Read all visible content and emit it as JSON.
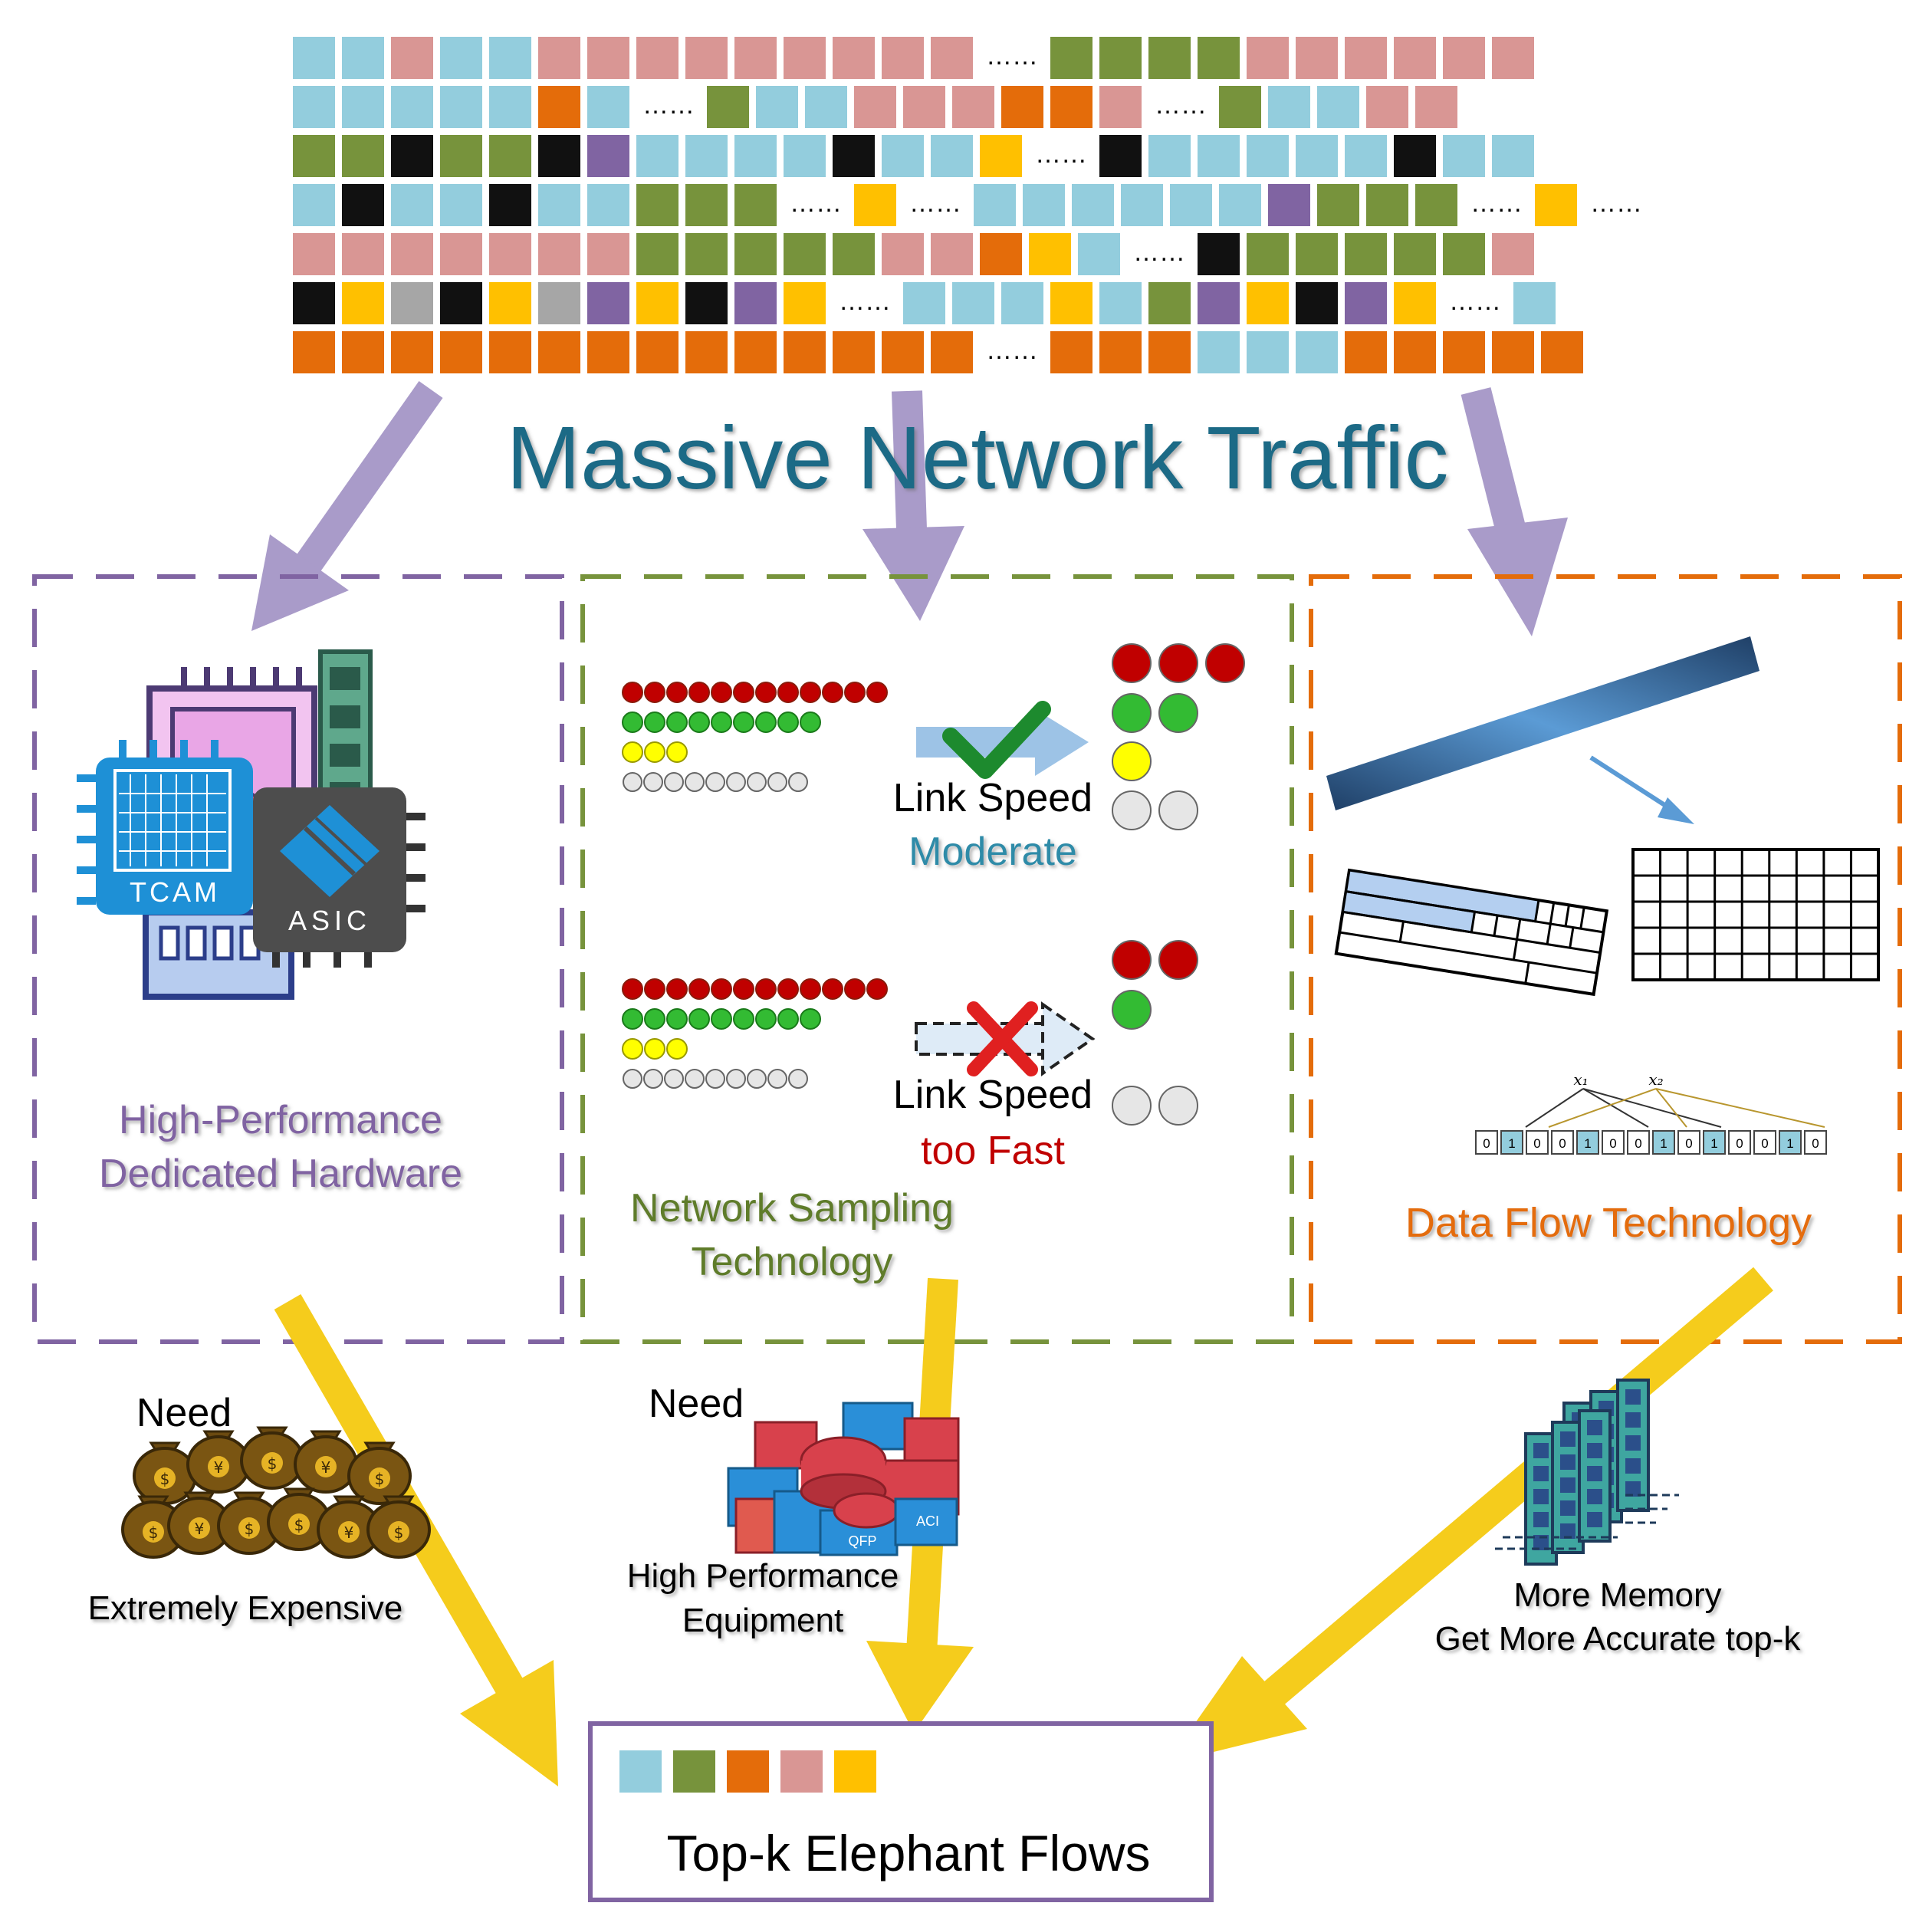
{
  "title": "Massive Network Traffic",
  "colors": {
    "blue": "#93CDDD",
    "pink": "#D99694",
    "green": "#77933C",
    "orange": "#E46C0A",
    "black": "#111111",
    "purple": "#8064A2",
    "yellow": "#FFC000",
    "gray": "#A6A6A6",
    "title": "#1F6B86",
    "arrow_down": "#A99BC9",
    "arrow_yellow": "#F5CC1C",
    "panel_left": "#8064A2",
    "panel_mid": "#77933C",
    "panel_right": "#E46C0A",
    "red_dot": "#C00000",
    "green_dot": "#33BB33",
    "yellow_dot": "#FFFF00",
    "white_dot": "#E6E6E6"
  },
  "traffic_rows": [
    [
      "b",
      "b",
      "p",
      "b",
      "b",
      "p",
      "p",
      "p",
      "p",
      "p",
      "p",
      "p",
      "p",
      "p",
      "..",
      "g",
      "g",
      "g",
      "g",
      "p",
      "p",
      "p",
      "p",
      "p",
      "p"
    ],
    [
      "b",
      "b",
      "b",
      "b",
      "b",
      "o",
      "b",
      "..",
      "g",
      "b",
      "b",
      "p",
      "p",
      "p",
      "o",
      "o",
      "p",
      "..",
      "g",
      "b",
      "b",
      "p",
      "p"
    ],
    [
      "g",
      "g",
      "k",
      "g",
      "g",
      "k",
      "u",
      "b",
      "b",
      "b",
      "b",
      "k",
      "b",
      "b",
      "y",
      "..",
      "k",
      "b",
      "b",
      "b",
      "b",
      "b",
      "k",
      "b",
      "b"
    ],
    [
      "b",
      "k",
      "b",
      "b",
      "k",
      "b",
      "b",
      "g",
      "g",
      "g",
      "..",
      "y",
      "..",
      "b",
      "b",
      "b",
      "b",
      "b",
      "b",
      "u",
      "g",
      "g",
      "g",
      "..",
      "y",
      ".."
    ],
    [
      "p",
      "p",
      "p",
      "p",
      "p",
      "p",
      "p",
      "g",
      "g",
      "g",
      "g",
      "g",
      "p",
      "p",
      "o",
      "y",
      "b",
      "..",
      "k",
      "g",
      "g",
      "g",
      "g",
      "g",
      "p"
    ],
    [
      "k",
      "y",
      "a",
      "k",
      "y",
      "a",
      "u",
      "y",
      "k",
      "u",
      "y",
      "..",
      "b",
      "b",
      "b",
      "y",
      "b",
      "g",
      "u",
      "y",
      "k",
      "u",
      "y",
      "..",
      "b"
    ],
    [
      "o",
      "o",
      "o",
      "o",
      "o",
      "o",
      "o",
      "o",
      "o",
      "o",
      "o",
      "o",
      "o",
      "o",
      "..",
      "o",
      "o",
      "o",
      "b",
      "b",
      "b",
      "o",
      "o",
      "o",
      "o",
      "o"
    ]
  ],
  "panels": {
    "hardware": {
      "line1": "High-Performance",
      "line2": "Dedicated Hardware",
      "chip1": "TCAM",
      "chip2": "ASIC"
    },
    "sampling": {
      "link_speed": "Link Speed",
      "moderate": "Moderate",
      "too_fast": "too Fast",
      "line1": "Network Sampling",
      "line2": "Technology"
    },
    "dataflow": {
      "label": "Data Flow Technology",
      "bit_values": [
        "0",
        "1",
        "0",
        "0",
        "1",
        "0",
        "0",
        "1",
        "0",
        "1",
        "0",
        "0",
        "1",
        "0"
      ],
      "hash1": "x₁",
      "hash2": "x₂"
    }
  },
  "bottom": {
    "left_need": "Need",
    "left_caption": "Extremely Expensive",
    "mid_need": "Need",
    "mid_caption1": "High Performance",
    "mid_caption2": "Equipment",
    "right_caption1": "More Memory",
    "right_caption2": "Get More Accurate top-k",
    "qfp": "QFP",
    "aci": "ACI"
  },
  "result": {
    "label": "Top-k Elephant Flows",
    "swatches": [
      "#93CDDD",
      "#77933C",
      "#E46C0A",
      "#D99694",
      "#FFC000"
    ]
  }
}
